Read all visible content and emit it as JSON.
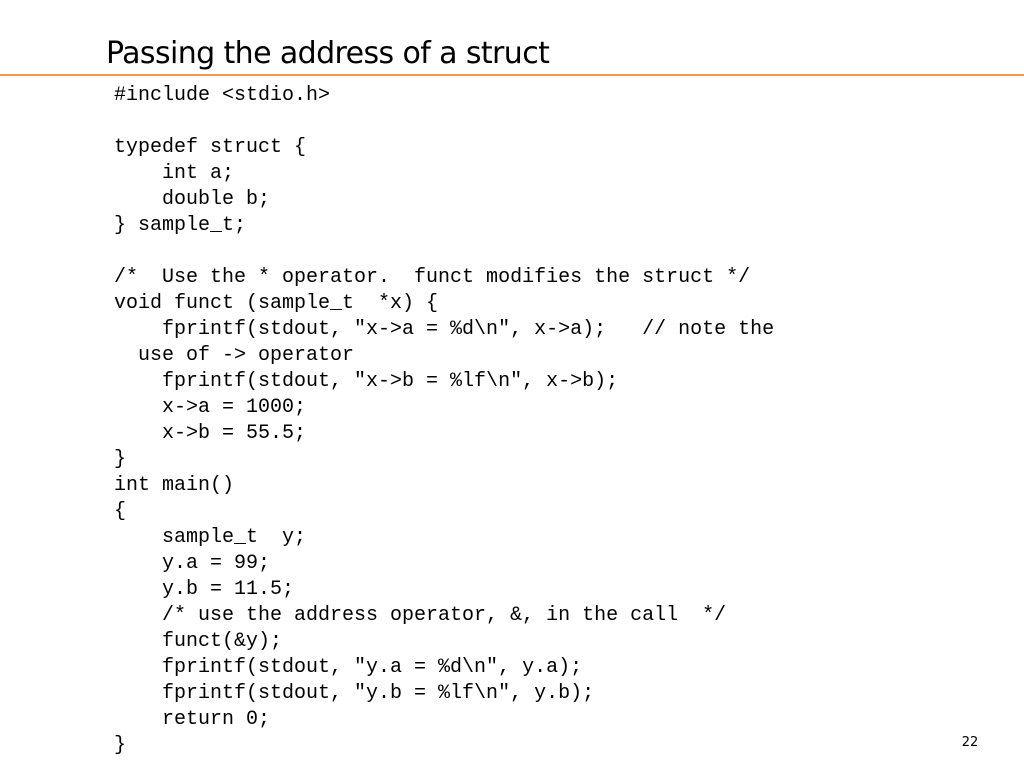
{
  "slide": {
    "title": "Passing the address of a struct",
    "accent_color": "#f79646",
    "page_number": "22"
  },
  "code_lines": [
    "#include <stdio.h>",
    "",
    "typedef struct {",
    "    int a;",
    "    double b;",
    "} sample_t;",
    "",
    "/*  Use the * operator.  funct modifies the struct */",
    "void funct (sample_t  *x) {",
    "    fprintf(stdout, \"x->a = %d\\n\", x->a);   // note the",
    "  use of -> operator",
    "    fprintf(stdout, \"x->b = %lf\\n\", x->b);",
    "    x->a = 1000;",
    "    x->b = 55.5;",
    "}",
    "int main()",
    "{",
    "    sample_t  y;",
    "    y.a = 99;",
    "    y.b = 11.5;",
    "    /* use the address operator, &, in the call  */",
    "    funct(&y);",
    "    fprintf(stdout, \"y.a = %d\\n\", y.a);",
    "    fprintf(stdout, \"y.b = %lf\\n\", y.b);",
    "    return 0;",
    "}"
  ]
}
